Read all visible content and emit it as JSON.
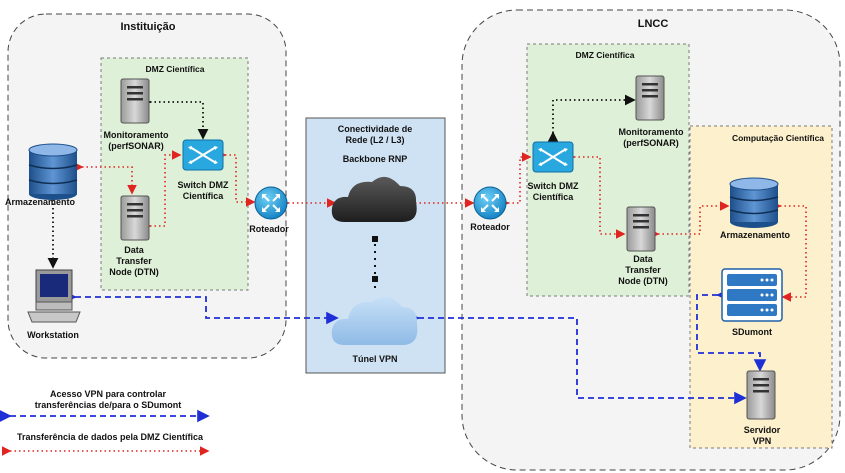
{
  "institution": {
    "title": "Instituição",
    "dmz_title": "DMZ Científica",
    "monitoring": [
      "Monitoramento",
      "(perfSONAR)"
    ],
    "switch": [
      "Switch DMZ",
      "Científica"
    ],
    "storage": "Armazenamento",
    "dtn": [
      "Data",
      "Transfer",
      "Node (DTN)"
    ],
    "router": "Roteador",
    "workstation": "Workstation"
  },
  "network": {
    "title": [
      "Conectividade de",
      "Rede (L2 / L3)"
    ],
    "backbone": "Backbone RNP",
    "vpn_tunnel": "Túnel VPN"
  },
  "lncc": {
    "title": "LNCC",
    "dmz_title": "DMZ Científica",
    "monitoring": [
      "Monitoramento",
      "(perfSONAR)"
    ],
    "switch": [
      "Switch DMZ",
      "Científica"
    ],
    "router": "Roteador",
    "dtn": [
      "Data",
      "Transfer",
      "Node (DTN)"
    ],
    "compute_title": "Computação Científica",
    "storage": "Armazenamento",
    "sdumont": "SDumont",
    "vpn_server": [
      "Servidor",
      "VPN"
    ]
  },
  "legend": {
    "vpn": [
      "Acesso VPN para controlar",
      "transferências de/para o SDumont"
    ],
    "dmz": "Transferência de dados pela DMZ Científica"
  },
  "colors": {
    "vpn_line": "#1f2fd6",
    "dmz_line": "#e0241f",
    "dmz_zone": "#dff0d8",
    "network_zone": "#cfe2f3",
    "compute_zone": "#fdf0cc",
    "switch_fill": "#29a8e0"
  }
}
